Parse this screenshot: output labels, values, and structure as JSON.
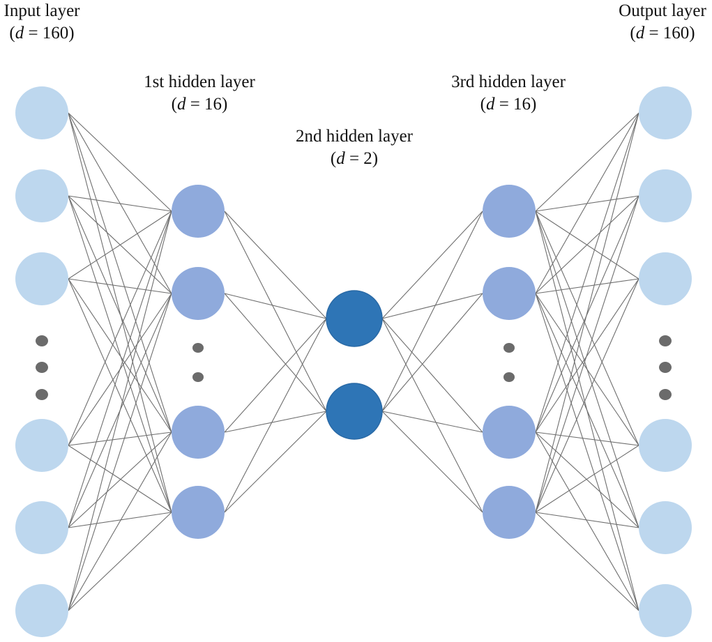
{
  "layers": [
    {
      "id": "input",
      "title": "Input layer",
      "dim_var": "d",
      "dim_eq": " = 160",
      "dim_value": 160,
      "visible_nodes": 6,
      "node_color": "#bdd7ee"
    },
    {
      "id": "hidden1",
      "title": "1st hidden layer",
      "dim_var": "d",
      "dim_eq": " = 16",
      "dim_value": 16,
      "visible_nodes": 4,
      "node_color": "#8faadc"
    },
    {
      "id": "hidden2",
      "title": "2nd hidden layer",
      "dim_var": "d",
      "dim_eq": " = 2",
      "dim_value": 2,
      "visible_nodes": 2,
      "node_color": "#2e75b6"
    },
    {
      "id": "hidden3",
      "title": "3rd hidden layer",
      "dim_var": "d",
      "dim_eq": " = 16",
      "dim_value": 16,
      "visible_nodes": 4,
      "node_color": "#8faadc"
    },
    {
      "id": "output",
      "title": "Output layer",
      "dim_var": "d",
      "dim_eq": " = 160",
      "dim_value": 160,
      "visible_nodes": 6,
      "node_color": "#bdd7ee"
    }
  ],
  "colors": {
    "edge": "#6e6e6e",
    "ellipsis_dot": "#6b6b6b",
    "node_stroke_dark": "#2a6aa6"
  },
  "connections": "fully-connected between adjacent layers"
}
